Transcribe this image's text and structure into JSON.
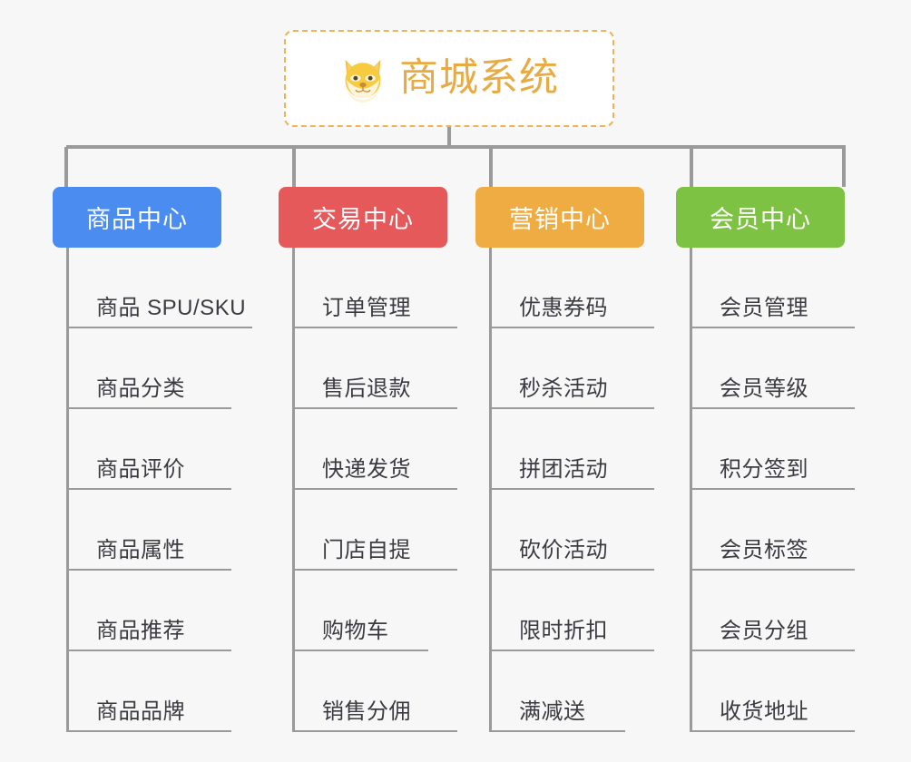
{
  "diagram": {
    "type": "mindmap",
    "background_color": "#f7f7f7",
    "root": {
      "title": "商城系统",
      "icon": "shiba-dog-face-icon",
      "text_color": "#e8aa42",
      "border_color": "#eeb354",
      "background_color": "#ffffff"
    },
    "connector_color": "#9a9a9a",
    "branches": [
      {
        "id": "product-center",
        "label": "商品中心",
        "color": "#4a8cf0",
        "items": [
          "商品 SPU/SKU",
          "商品分类",
          "商品评价",
          "商品属性",
          "商品推荐",
          "商品品牌"
        ]
      },
      {
        "id": "trade-center",
        "label": "交易中心",
        "color": "#e5595a",
        "items": [
          "订单管理",
          "售后退款",
          "快递发货",
          "门店自提",
          "购物车",
          "销售分佣"
        ]
      },
      {
        "id": "marketing-center",
        "label": "营销中心",
        "color": "#eeac42",
        "items": [
          "优惠券码",
          "秒杀活动",
          "拼团活动",
          "砍价活动",
          "限时折扣",
          "满减送"
        ]
      },
      {
        "id": "member-center",
        "label": "会员中心",
        "color": "#7dc242",
        "items": [
          "会员管理",
          "会员等级",
          "积分签到",
          "会员标签",
          "会员分组",
          "收货地址"
        ]
      }
    ]
  }
}
